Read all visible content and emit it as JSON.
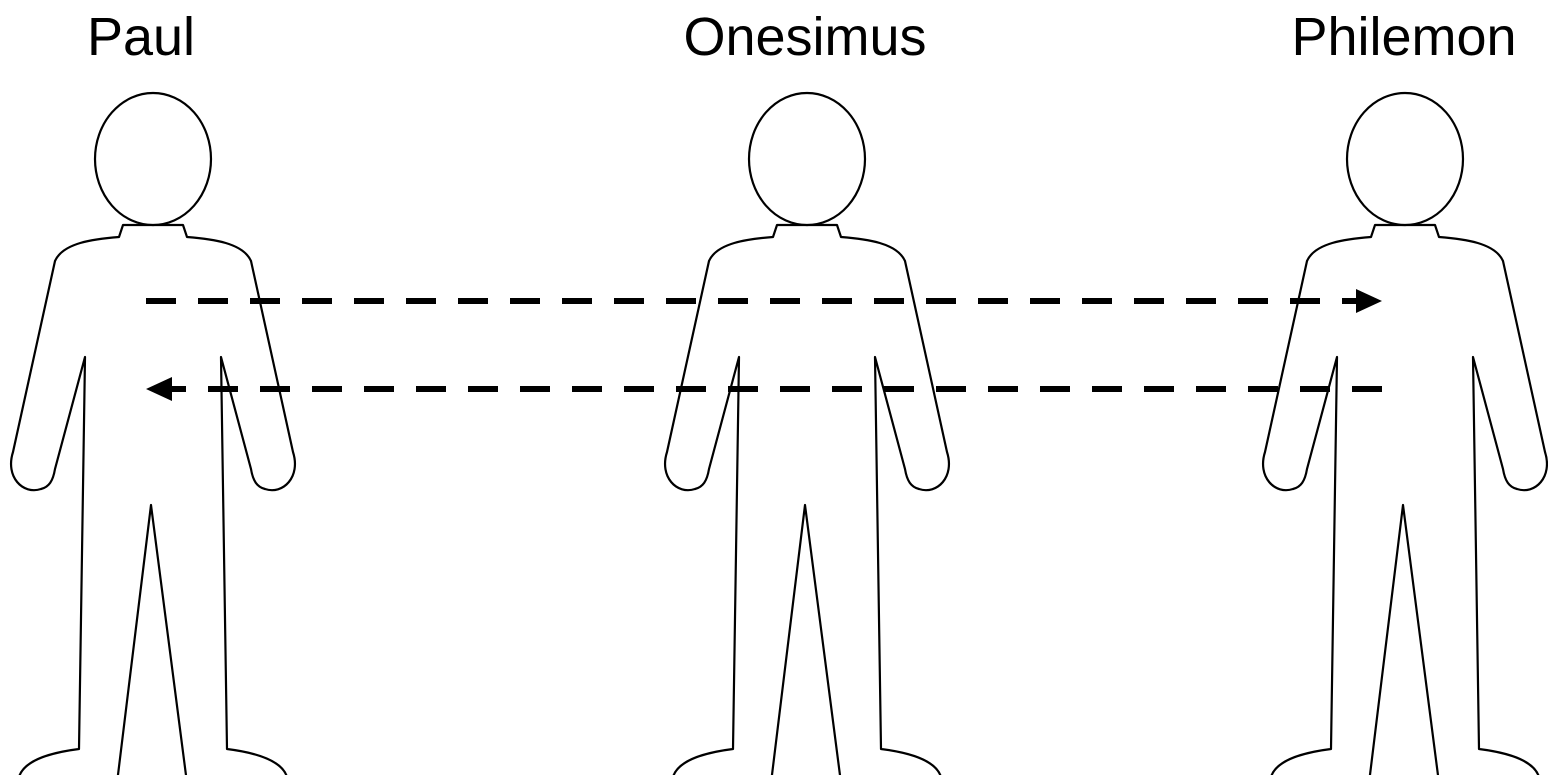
{
  "people": [
    {
      "name": "Paul"
    },
    {
      "name": "Onesimus"
    },
    {
      "name": "Philemon"
    }
  ],
  "arrows": [
    {
      "from": "Paul",
      "to": "Philemon",
      "style": "dashed"
    },
    {
      "from": "Philemon",
      "to": "Paul",
      "style": "dashed"
    }
  ],
  "colors": {
    "stroke": "#000000",
    "background": "#ffffff"
  }
}
